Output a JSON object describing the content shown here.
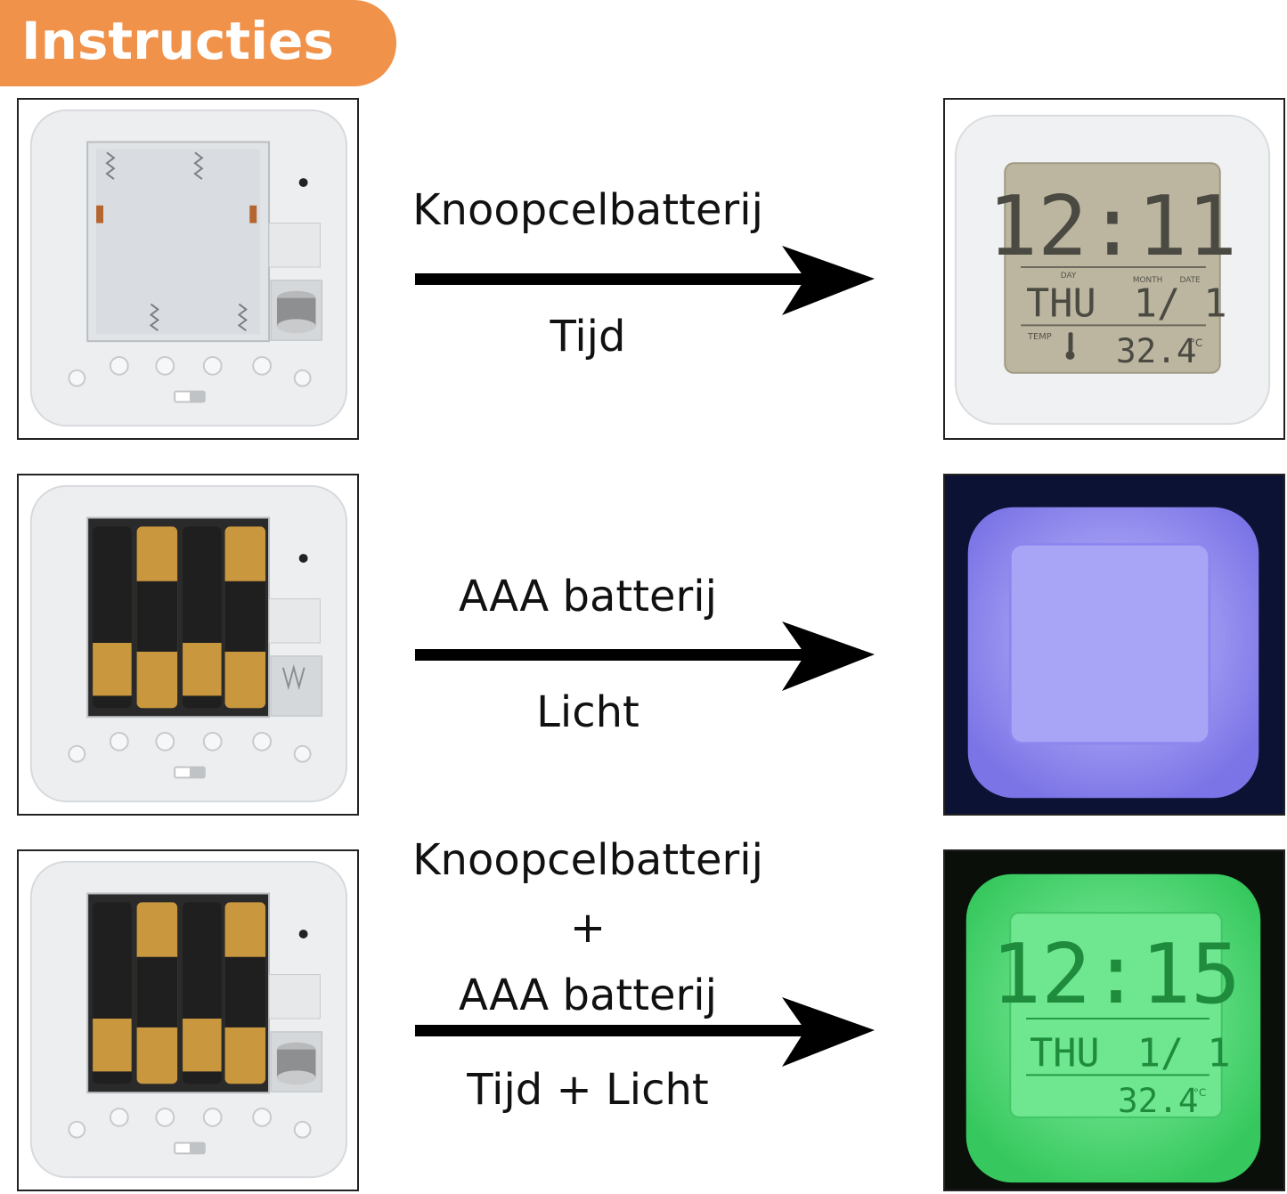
{
  "header": {
    "title": "Instructies"
  },
  "rows": [
    {
      "top_labels": [
        "Knoopcelbatterij"
      ],
      "bottom_label": "Tijd"
    },
    {
      "top_labels": [
        "AAA batterij"
      ],
      "bottom_label": "Licht"
    },
    {
      "top_labels": [
        "Knoopcelbatterij",
        "+",
        "AAA batterij"
      ],
      "bottom_label": "Tijd + Licht"
    }
  ],
  "clock_time": {
    "display_time": "12:11",
    "display_time_2": "12:15",
    "day": "THU",
    "month_date": "1/ 1",
    "temp": "32.4",
    "unit": "°C",
    "lbl_day": "DAY",
    "lbl_month": "MONTH",
    "lbl_date": "DATE",
    "lbl_temp": "TEMP"
  },
  "colors": {
    "badge": "#f0924a",
    "lcd": "#bcb6a0",
    "glow_blue": "#9b95f2",
    "glow_green": "#4ce07a"
  }
}
